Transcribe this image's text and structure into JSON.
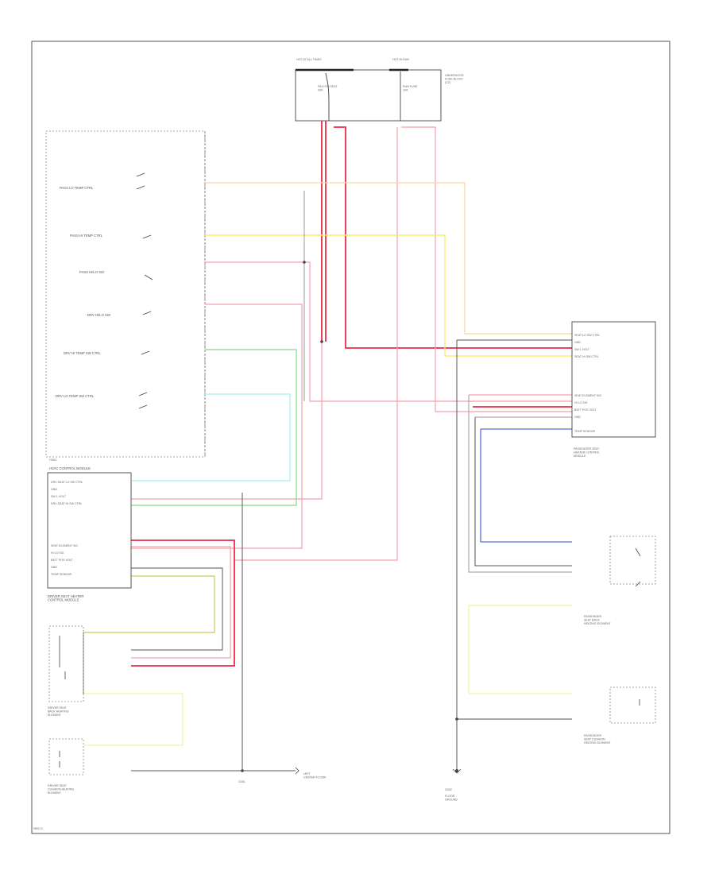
{
  "page_number": "9802.G",
  "components": {
    "hot_at_all_times": "HOT AT ALL TIMES",
    "fuse_block_label": "FUSE BLOCK\n- UNDERHOOD",
    "fuse": "F64 HTD SEAT\n20A",
    "hot_in_run": "HOT IN RUN",
    "power_fuse": "RUN FUSE\n10A",
    "underhood_note": "UNDERHOOD\nFUSE BLOCK\n(C2)",
    "hvac_module": "HVAC CONTROL MODULE",
    "driver_module": "DRIVER SEAT HEATER\nCONTROL MODULE",
    "passenger_module": "PASSENGER SEAT\nHEATER CONTROL\nMODULE",
    "driver_heater_back": "DRIVER SEAT\nBACK HEATING\nELEMENT",
    "driver_heater_cushion": "DRIVER SEAT\nCUSHION HEATING\nELEMENT",
    "passenger_heater_back": "PASSENGER\nSEAT BACK\nHEATING ELEMENT",
    "passenger_heater_cushion": "PASSENGER\nSEAT CUSHION\nHEATING ELEMENT",
    "ground_left": "G301",
    "ground_right": "G302",
    "ground_right_label": "FLOOR\nGROUND",
    "ground_left_label": "LEFT\nCENTER FLOOR"
  },
  "switch_labels": [
    "PASS LO TEMP CTRL",
    "PASS HI TEMP CTRL",
    "PASS HI/LO SIG",
    "DRV HI/LO SIG",
    "DRV HI TEMP SW CTRL",
    "DRV LO TEMP SW CTRL"
  ],
  "hvac_pins": [
    "DRV SEAT LO SW CTRL",
    "GND",
    "SW 1 VOLT",
    "DRV SEAT HI SW CTRL",
    "SEAT ELEMENT SIG",
    "HI LO SIG",
    "BATT POS VOLT",
    "GND",
    "TEMP SENSOR"
  ],
  "passenger_pins": [
    "SEAT LO SW CTRL",
    "GND",
    "SW 1 VOLT",
    "SEAT HI SW CTRL",
    "SEAT ELEMENT SIG",
    "HI LO SIG",
    "BATT POS VOLT",
    "GND",
    "TEMP SENSOR"
  ],
  "wire_colors": {
    "red": "#f4a0aa",
    "red_hi": "#ea2d45",
    "orange": "#f7d79a",
    "yellow": "#f3f06a",
    "green": "#88d788",
    "cyan": "#a7eeee",
    "blue": "#5b6fd0",
    "black": "#555555"
  }
}
